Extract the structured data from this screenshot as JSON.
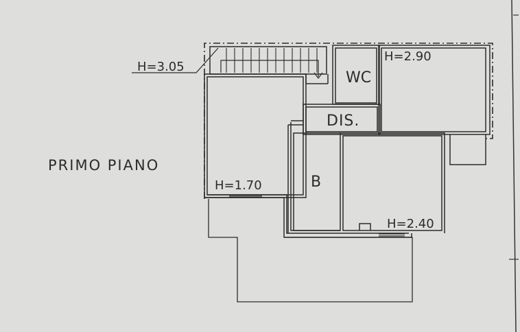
{
  "plan": {
    "floor_label": "PRIMO PIANO",
    "heights": {
      "stair": "H=3.05",
      "top_right_room": "H=2.90",
      "left_room": "H=1.70",
      "bottom_right_room": "H=2.40"
    },
    "rooms": {
      "wc": "WC",
      "dis": "DIS.",
      "b": "B"
    }
  },
  "colors": {
    "paper": "#dedfdc",
    "ink": "#2b2b2b"
  }
}
